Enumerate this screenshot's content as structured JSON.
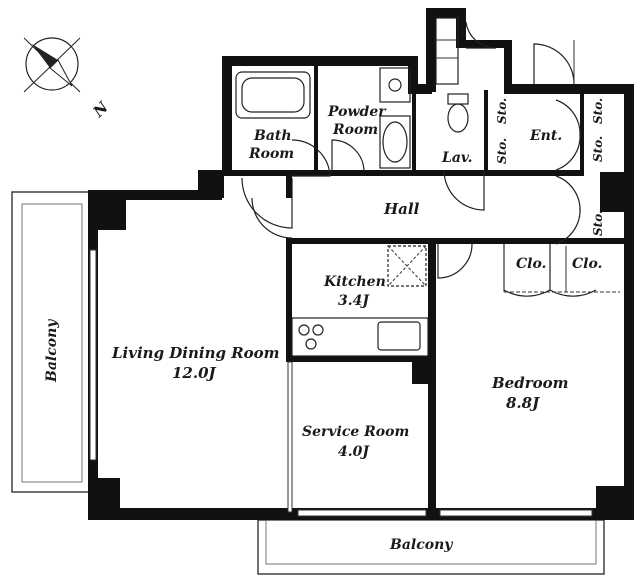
{
  "rooms": {
    "bath": {
      "line1": "Bath",
      "line2": "Room"
    },
    "powder": {
      "line1": "Powder",
      "line2": "Room"
    },
    "lav": "Lav.",
    "ent": "Ent.",
    "sto": "Sto.",
    "hall": "Hall",
    "kitchen": {
      "name": "Kitchen",
      "size": "3.4J"
    },
    "living": {
      "name": "Living Dining Room",
      "size": "12.0J"
    },
    "service": {
      "name": "Service Room",
      "size": "4.0J"
    },
    "bedroom": {
      "name": "Bedroom",
      "size": "8.8J"
    },
    "clo": "Clo.",
    "balcony_west": "Balcony",
    "balcony_south": "Balcony"
  },
  "compass": {
    "north_label": "N"
  }
}
